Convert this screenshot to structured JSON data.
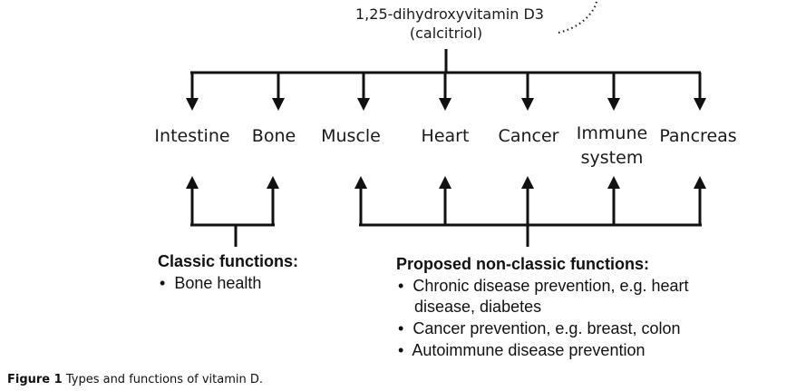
{
  "header": {
    "compound_name": "1,25-dihydroxyvitamin D3",
    "compound_alias": "(calcitriol)"
  },
  "targets": [
    {
      "label": "Intestine"
    },
    {
      "label": "Bone"
    },
    {
      "label": "Muscle"
    },
    {
      "label": "Heart"
    },
    {
      "label": "Cancer"
    },
    {
      "label": "Immune",
      "label2": "system"
    },
    {
      "label": "Pancreas"
    }
  ],
  "classic": {
    "heading": "Classic functions:",
    "items": [
      "Bone health"
    ]
  },
  "non_classic": {
    "heading": "Proposed non-classic functions:",
    "items": [
      "Chronic disease prevention, e.g. heart",
      "disease, diabetes",
      "Cancer prevention, e.g. breast, colon",
      "Autoimmune disease prevention"
    ]
  },
  "caption": {
    "label": "Figure 1",
    "text": " Types and functions of vitamin D."
  }
}
